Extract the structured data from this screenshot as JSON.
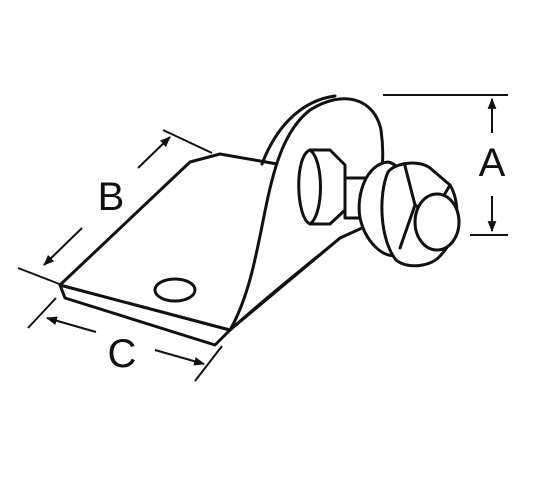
{
  "diagram": {
    "labels": {
      "a": "A",
      "b": "B",
      "c": "C"
    },
    "colors": {
      "stroke": "#111111",
      "fill": "#ffffff"
    }
  }
}
